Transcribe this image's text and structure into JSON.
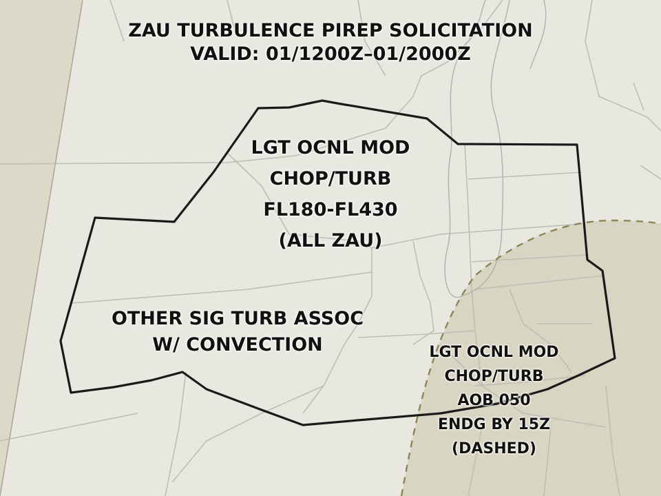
{
  "title": {
    "line1": "ZAU TURBULENCE PIREP SOLICITATION",
    "line2": "VALID: 01/1200Z–01/2000Z"
  },
  "areas": {
    "main": {
      "lines": [
        "LGT OCNL MOD",
        "CHOP/TURB",
        "FL180-FL430",
        "(ALL ZAU)"
      ]
    },
    "convection": {
      "lines": [
        "OTHER SIG TURB ASSOC",
        "W/ CONVECTION"
      ]
    },
    "low_level": {
      "lines": [
        "LGT OCNL MOD",
        "CHOP/TURB",
        "AOB 050",
        "ENDG BY 15Z",
        "(DASHED)"
      ]
    }
  },
  "colors": {
    "background": "#e9e8e0",
    "west_land": "#ddd9c8",
    "dashed_area_fill": "#d9d5c3",
    "dashed_line": "#8e8455",
    "boundary": "#1a1a1a",
    "state_lines": "#bdbdb6",
    "lake_lines": "#b0b0aa"
  }
}
